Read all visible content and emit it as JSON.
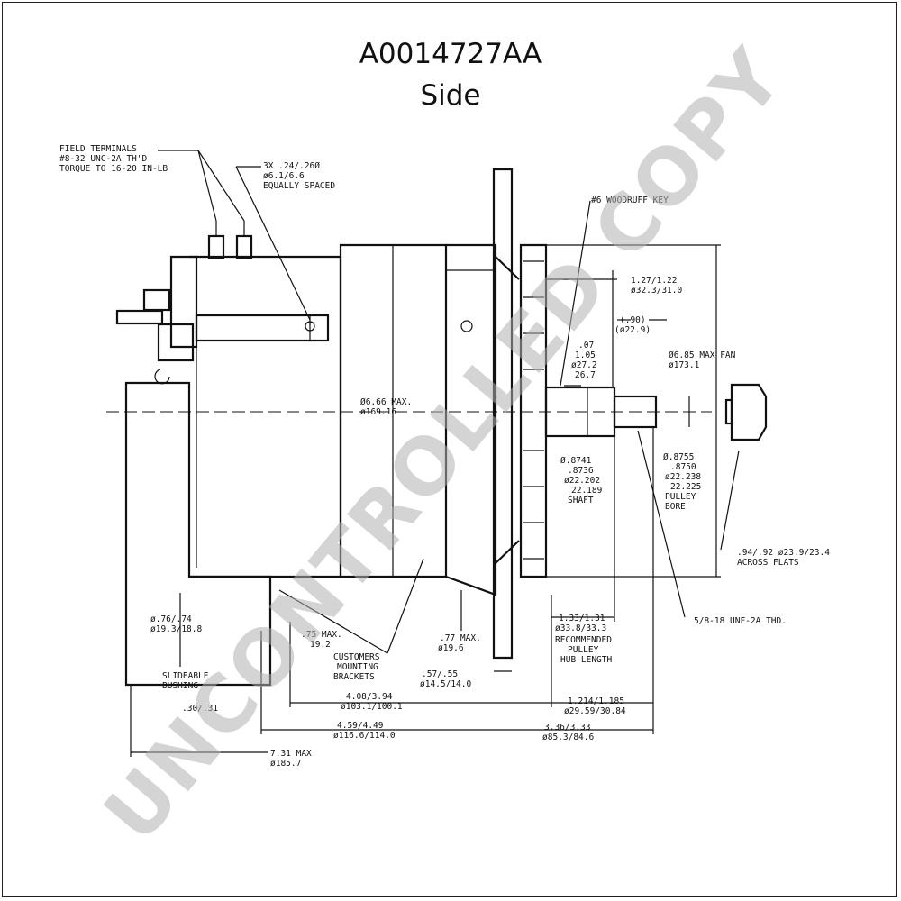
{
  "header": {
    "part_number": "A0014727AA",
    "view": "Side"
  },
  "watermark": "UNCONTROLLED COPY",
  "labels": {
    "field_terminals_1": "FIELD TERMINALS",
    "field_terminals_2": "#8-32 UNC-2A TH'D",
    "field_terminals_3": "TORQUE TO 16-20 IN-LB",
    "holes_1": "3X  .24/.26Ø",
    "holes_2": "ø6.1/6.6",
    "holes_3": "EQUALLY SPACED",
    "key": "#6 WOODRUFF KEY",
    "dim_127_1": "1.27/1.22",
    "dim_127_2": "ø32.3/31.0",
    "dim_90_1": "(.90)",
    "dim_90_2": "(ø22.9)",
    "dim_107_1": ".07",
    "dim_107_2": "1.05",
    "dim_107_3": "ø27.2",
    "dim_107_4": "26.7",
    "fan_1": "Ø6.85 MAX FAN",
    "fan_2": "ø173.1",
    "body_1": "Ø6.66 MAX.",
    "body_2": "ø169.16",
    "shaft_1": "Ø.8741",
    "shaft_2": ".8736",
    "shaft_3": "ø22.202",
    "shaft_4": "22.189",
    "shaft_5": "SHAFT",
    "bore_1": "Ø.8755",
    "bore_2": ".8750",
    "bore_3": "ø22.238",
    "bore_4": "22.225",
    "bore_5": "PULLEY",
    "bore_6": "BORE",
    "flats_1": ".94/.92 ø23.9/23.4",
    "flats_2": "ACROSS FLATS",
    "hub_1": "1.33/1.31",
    "hub_2": "ø33.8/33.3",
    "hub_3": "RECOMMENDED",
    "hub_4": "PULLEY",
    "hub_5": "HUB LENGTH",
    "thread": "5/8-18 UNF-2A THD.",
    "bushing_dia_1": "ø.76/.74",
    "bushing_dia_2": "ø19.3/18.8",
    "max75_1": ".75 MAX.",
    "max75_2": "19.2",
    "brackets_1": "CUSTOMERS",
    "brackets_2": "MOUNTING",
    "brackets_3": "BRACKETS",
    "max77_1": ".77 MAX.",
    "max77_2": "ø19.6",
    "slide_1": "SLIDEABLE",
    "slide_2": "BUSHING",
    "slide_3": ".30/.31",
    "d57_1": ".57/.55",
    "d57_2": "ø14.5/14.0",
    "d408_1": "4.08/3.94",
    "d408_2": "ø103.1/100.1",
    "d1214_1": "1.214/1.185",
    "d1214_2": "ø29.59/30.84",
    "d459_1": "4.59/4.49",
    "d459_2": "ø116.6/114.0",
    "d336_1": "3.36/3.33",
    "d336_2": "ø85.3/84.6",
    "d731_1": "7.31 MAX",
    "d731_2": "ø185.7"
  }
}
